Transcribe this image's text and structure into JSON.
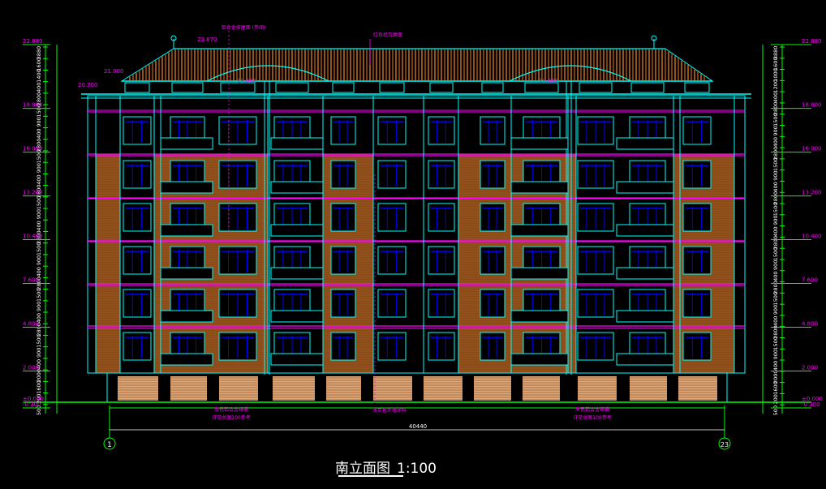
{
  "drawing": {
    "title": "南立面图",
    "scale": "1:100",
    "total_width_dim": "40440",
    "axis_left": "1",
    "axis_right": "23"
  },
  "elevations": [
    {
      "label": "22.880",
      "y": 22.88
    },
    {
      "label": "18.800",
      "y": 18.8
    },
    {
      "label": "16.000",
      "y": 16.0
    },
    {
      "label": "13.200",
      "y": 13.2
    },
    {
      "label": "10.400",
      "y": 10.4
    },
    {
      "label": "7.600",
      "y": 7.6
    },
    {
      "label": "4.800",
      "y": 4.8
    },
    {
      "label": "2.000",
      "y": 2.0
    },
    {
      "label": "±0.000",
      "y": 0.0
    },
    {
      "label": "-0.300",
      "y": -0.3
    }
  ],
  "roof_labels": {
    "left_eave": "21.000",
    "left_gutter": "20.300",
    "ridge_left": "23.670",
    "mid_left": "20.600",
    "mid_right": "20.600"
  },
  "dims_left": [
    "3880",
    "1600",
    "1400",
    "400",
    "2800",
    "1500",
    "900",
    "400",
    "2800",
    "1500",
    "900",
    "400",
    "2800",
    "1500",
    "900",
    "400",
    "2800",
    "1500",
    "900",
    "400",
    "2800",
    "1500",
    "900",
    "400",
    "2800",
    "1500",
    "900",
    "400",
    "2000",
    "1600",
    "200",
    "500"
  ],
  "dims_right": [
    "3880",
    "1600",
    "1000",
    "1200",
    "400",
    "2800",
    "1500",
    "900",
    "400",
    "2800",
    "1500",
    "900",
    "400",
    "2800",
    "1500",
    "900",
    "400",
    "2800",
    "1500",
    "900",
    "400",
    "2800",
    "1500",
    "900",
    "400",
    "2800",
    "1500",
    "900",
    "400",
    "2000",
    "1600",
    "200",
    "500"
  ],
  "notes": {
    "top_left": "铝合金坡屋面 (参阅)",
    "top_right": "红色机瓦屋面",
    "bottom_left_1": "灰色铝合金格栅",
    "bottom_left_2": "详见总图100参考",
    "bottom_mid": "浅灰色外墙涂料",
    "bottom_right_1": "灰色铝合金格栅",
    "bottom_right_2": "详见总图100参考"
  },
  "colors": {
    "line": "#00ffff",
    "green": "#00ff00",
    "magenta": "#ff00ff",
    "blue": "#0000ff",
    "brick": "#8b4a17",
    "roof": "#ff8c1a",
    "base": "#e0a878",
    "white": "#ffffff"
  }
}
